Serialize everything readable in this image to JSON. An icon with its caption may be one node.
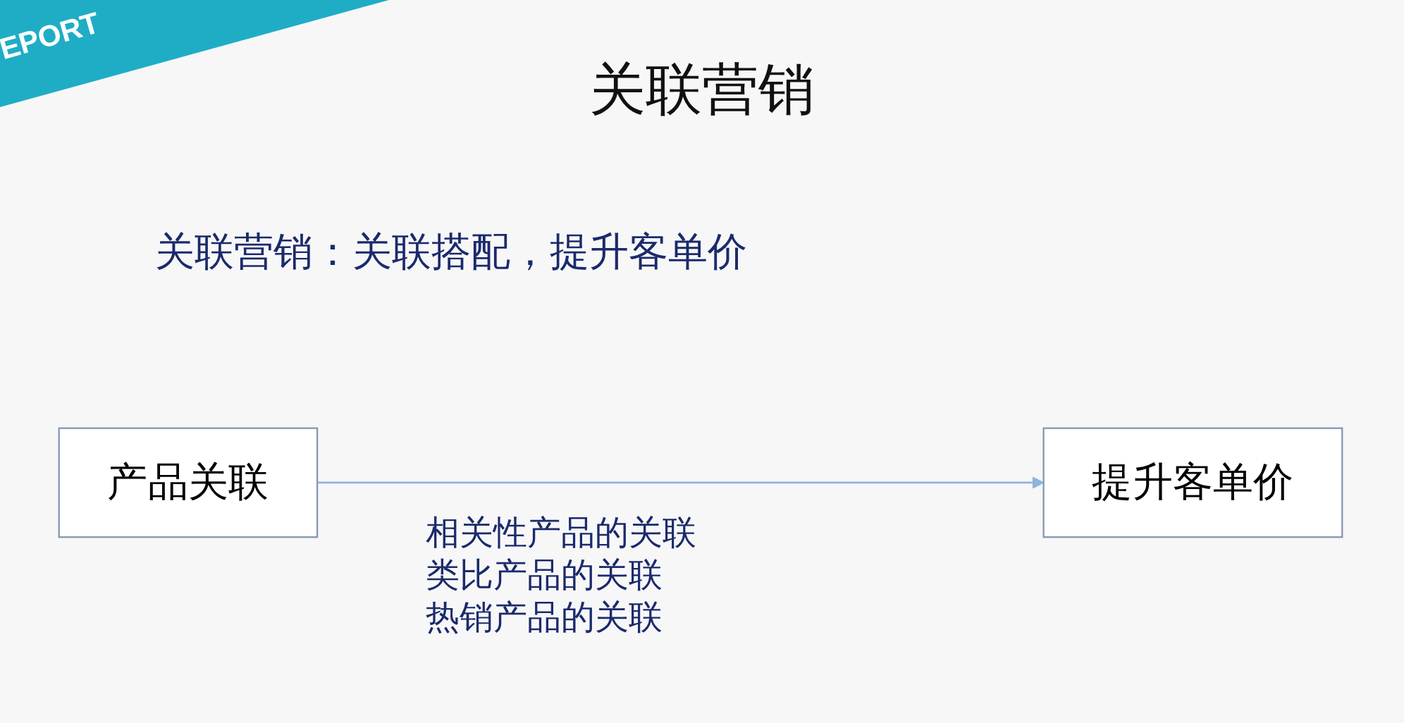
{
  "diagram": {
    "title": "关联营销",
    "nodes": [
      {
        "text": [
          "产品关联"
        ]
      },
      {
        "text": [
          "提升客单价"
        ]
      }
    ],
    "edges": [
      {
        "from": 0,
        "to": 1,
        "arrow": "to"
      }
    ],
    "labels": [
      "EPORT",
      "关联营销：关联搭配，提升客单价",
      "相关性产品的关联",
      "类比产品的关联",
      "热销产品的关联"
    ]
  }
}
